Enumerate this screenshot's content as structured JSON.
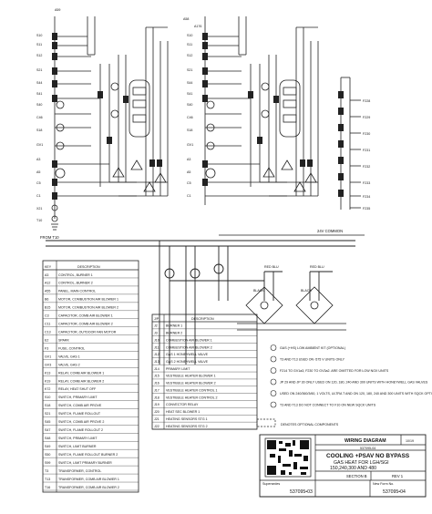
{
  "labels": {
    "from_terminal": "FROM T10",
    "to_24v_common": "24V COMMON",
    "optional_note": "DENOTES OPTIONAL COMPONENTS",
    "mid_ids": [
      "A58",
      "A176",
      "A59"
    ],
    "left_refs": [
      "S10",
      "S11",
      "S12",
      "S21",
      "S44",
      "S41",
      "S40",
      "C46",
      "S18",
      "GV1",
      "A3",
      "A5",
      "C5",
      "C1",
      "X21",
      "T10"
    ],
    "mid_refs": [
      "S10",
      "S11",
      "S12",
      "S21",
      "S44",
      "S41",
      "S40",
      "C46",
      "S18",
      "GV1",
      "A3",
      "A5",
      "C5",
      "C1"
    ],
    "right_refs": [
      "F228",
      "F229",
      "F230",
      "F231",
      "F232",
      "F233",
      "F234",
      "F235"
    ],
    "sensor_labels": [
      "RED BLU",
      "RED BLU",
      "BLACK",
      "BLACK"
    ]
  },
  "key_table": {
    "header_key": "KEY",
    "header_desc": "DESCRIPTION",
    "rows": [
      [
        "A3",
        "CONTROL, BURNER 1"
      ],
      [
        "A12",
        "CONTROL, BURNER 2"
      ],
      [
        "A55",
        "PANEL, MAIN CONTROL"
      ],
      [
        "B6",
        "MOTOR, COMBUSTION AIR BLOWER 1"
      ],
      [
        "B15",
        "MOTOR, COMBUSTION AIR BLOWER 2"
      ],
      [
        "C3",
        "CAPACITOR, COMB AIR BLOWER 1"
      ],
      [
        "C11",
        "CAPACITOR, COMB AIR BLOWER 2"
      ],
      [
        "C13",
        "CAPACITOR, OUTDOOR FAN MOTOR"
      ],
      [
        "E2",
        "SPARK"
      ],
      [
        "F3",
        "FUSE, CONTROL"
      ],
      [
        "GV1",
        "VALVE, GAS 1"
      ],
      [
        "GV3",
        "VALVE, GAS 2"
      ],
      [
        "K13",
        "RELAY, COMB AIR BLOWER 1"
      ],
      [
        "K19",
        "RELAY, COMB AIR BLOWER 2"
      ],
      [
        "K72",
        "RELAY, HEAT SHUT OFF"
      ],
      [
        "S10",
        "SWITCH, PRIMARY LIMIT"
      ],
      [
        "S18",
        "SWITCH, COMB AIR PROVE"
      ],
      [
        "S21",
        "SWITCH, FLAME ROLLOUT"
      ],
      [
        "S45",
        "SWITCH, COMB AIR PROVE 2"
      ],
      [
        "S47",
        "SWITCH, FLAME ROLLOUT 2"
      ],
      [
        "S48",
        "SWITCH, PRIMARY LIMIT"
      ],
      [
        "S49",
        "SWITCH, LIMIT BURNER"
      ],
      [
        "S50",
        "SWITCH, FLAME ROLLOUT BURNER 2"
      ],
      [
        "S99",
        "SWITCH, LIMIT PRIMARY BURNER"
      ],
      [
        "T3",
        "TRANSFORMER, CONTROL"
      ],
      [
        "T13",
        "TRANSFORMER, COMB AIR BLOWER 1"
      ],
      [
        "T16",
        "TRANSFORMER, COMB AIR BLOWER 2"
      ]
    ]
  },
  "jp_table": {
    "header_jp": "J/P",
    "header_desc": "DESCRIPTION",
    "rows": [
      [
        "J2",
        "BURNER 1"
      ],
      [
        "J3",
        "BURNER 2"
      ],
      [
        "J10",
        "COMBUSTION AIR BLOWER 1"
      ],
      [
        "J11",
        "COMBUSTION AIR BLOWER 2"
      ],
      [
        "J12",
        "GAS 1 HONEYWELL VALVE"
      ],
      [
        "J13",
        "GAS 2 HONEYWELL VALVE"
      ],
      [
        "J14",
        "PRIMARY LIMIT"
      ],
      [
        "J15",
        "VESTIBULE HEATER BLOWER 1"
      ],
      [
        "J16",
        "VESTIBULE HEATER BLOWER 2"
      ],
      [
        "J17",
        "VESTIBULE HEATER CONTROL 1"
      ],
      [
        "J18",
        "VESTIBULE HEATER CONTROL 2"
      ],
      [
        "J19",
        "CONVECTOR RELAY"
      ],
      [
        "J20",
        "HEAT SEC BLOWER 1"
      ],
      [
        "J21",
        "HEATING SENSORS STG 1"
      ],
      [
        "J22",
        "HEATING SENSORS STG 2"
      ]
    ]
  },
  "notes": [
    "GAS (+HS) LOW AMBIENT KIT (OPTIONAL)",
    "T3 AND T13 USED ON -575 V UNITS ONLY",
    "F214 TO GV1a3, F230 TO GV3a2. ARE OMITTED FOR LOW NOX UNITS",
    "JP 29 AND JP 30 ONLY USED ON 120, 180, 240 AND 300 UNITS WITH HONEYWELL GAS VALVES",
    "USED ON 240/360/3/60, 1 VOLTS, ULTRA T AND ON 120, 180, 240 AND 300 UNITS WITH SQCK OPTIONS",
    "T3 AND T13 DO NOT CONNECT TO F10 ON NEW SQCK UNITS"
  ],
  "title_block": {
    "heading": "WIRING DIAGRAM",
    "date": "10/19",
    "doc_no": "537095-04",
    "title1": "COOLING +PSAV NO BYPASS",
    "title2": "GAS HEAT FOR LGH/SGI",
    "title3": "150,240,300 AND 480",
    "section": "SECTION B",
    "rev": "REV 1",
    "supersedes_label": "Supersedes",
    "supersedes": "537095•03",
    "form_label": "New Form No.",
    "form_no": "537095•04"
  }
}
